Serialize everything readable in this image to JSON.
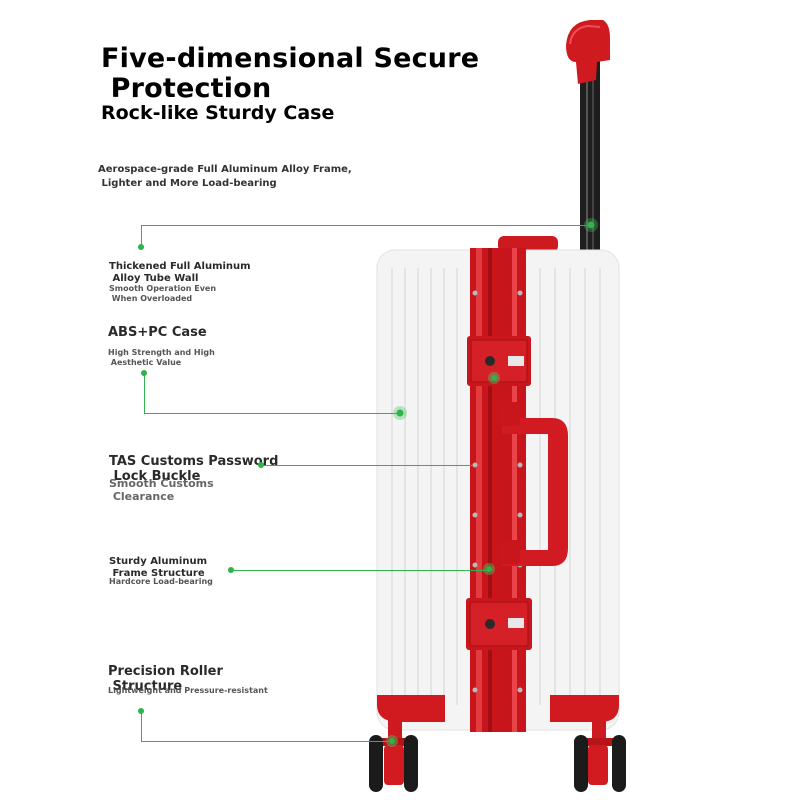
{
  "header": {
    "title": "Five-dimensional Secure\n Protection",
    "subtitle": "Rock-like Sturdy Case",
    "intro": "Aerospace-grade Full Aluminum Alloy Frame,\n Lighter and More Load-bearing"
  },
  "features": [
    {
      "title": "Thickened Full Aluminum\n Alloy Tube Wall",
      "sub": "Smooth Operation Even\n When Overloaded"
    },
    {
      "title": "ABS+PC Case",
      "sub": "High Strength and High\n Aesthetic Value"
    },
    {
      "title": "TAS Customs Password\n Lock Buckle",
      "sub": "Smooth Customs\n Clearance"
    },
    {
      "title": "Sturdy Aluminum\n Frame Structure",
      "sub": "Hardcore Load-bearing"
    },
    {
      "title": "Precision Roller\n Structure",
      "sub": "Lightweight and Pressure-resistant"
    }
  ],
  "colors": {
    "accent_red": "#d1121a",
    "shell_white": "#f4f4f4",
    "pointer_green": "#2db34a"
  }
}
